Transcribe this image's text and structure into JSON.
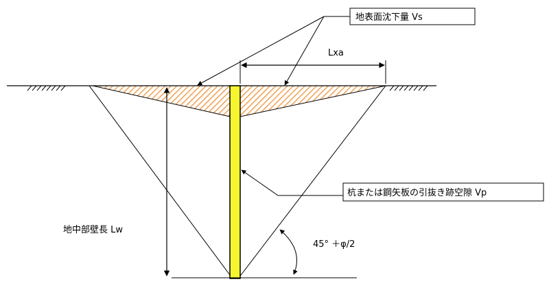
{
  "labels": {
    "surface_settlement": "地表面沈下量 Vs",
    "influence_width": "Lxa",
    "void_volume": "杭または鋼矢板の引抜き跡空隙 Vp",
    "embedded_length": "地中部壁長 Lw",
    "angle": "45° ＋φ/2"
  },
  "colors": {
    "settlement_hatch": "#f0a050",
    "pile_fill": "#f5f530",
    "line": "#000000"
  }
}
